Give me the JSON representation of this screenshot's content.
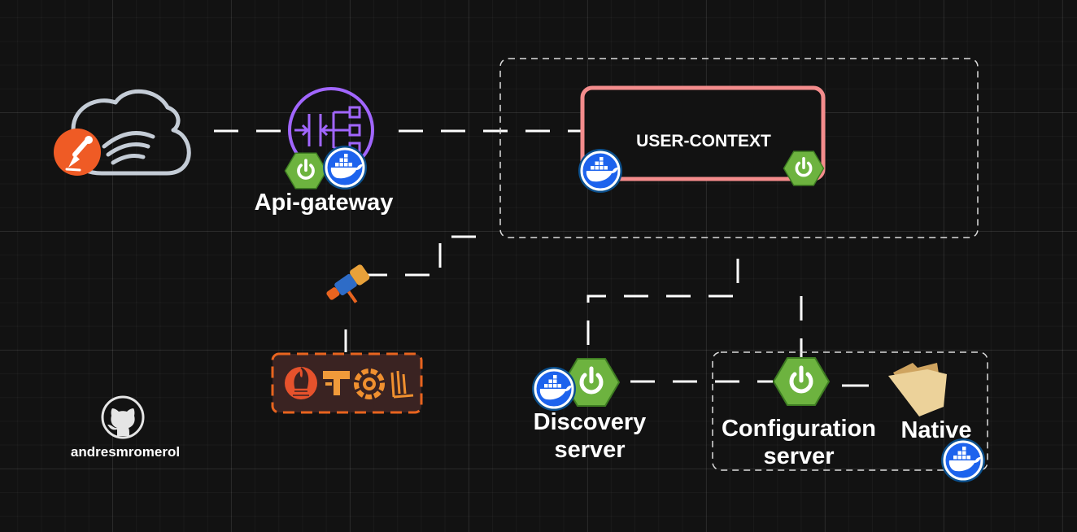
{
  "colors": {
    "background": "#121212",
    "connector": "#ffffff",
    "user_context_border": "#f48c8c",
    "spring_green": "#6db33f",
    "docker_blue": "#1d63ed",
    "docker_ring": "#0b4f8c",
    "postman_orange": "#ef5b25",
    "gateway_purple": "#a166ff",
    "observability_orange": "#e8641f",
    "folder_tan": "#e9c98a"
  },
  "nodes": {
    "client": {
      "icons": [
        "cloud-icon",
        "postman-icon"
      ]
    },
    "api_gateway": {
      "label": "Api-gateway",
      "icons": [
        "api-gateway-icon",
        "spring-boot-icon",
        "docker-icon"
      ]
    },
    "user_context": {
      "label": "USER-CONTEXT",
      "icons": [
        "docker-icon",
        "spring-boot-icon"
      ]
    },
    "tracing": {
      "icons": [
        "telescope-icon"
      ]
    },
    "observability": {
      "icons": [
        "prometheus-icon",
        "tempo-icon",
        "grafana-icon",
        "loki-icon"
      ]
    },
    "discovery": {
      "label_line1": "Discovery",
      "label_line2": "server",
      "icons": [
        "spring-boot-icon",
        "docker-icon"
      ]
    },
    "configuration": {
      "label_line1": "Configuration",
      "label_line2": "server",
      "icons": [
        "spring-boot-icon"
      ]
    },
    "native": {
      "label": "Native",
      "icons": [
        "folder-icon",
        "docker-icon"
      ]
    },
    "github": {
      "username": "andresmromerol",
      "icons": [
        "github-icon"
      ]
    }
  }
}
